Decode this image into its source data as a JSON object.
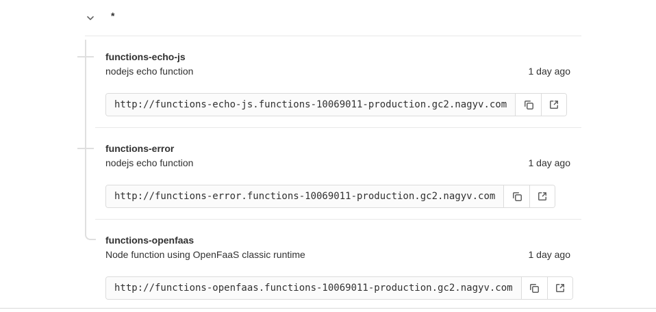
{
  "section": {
    "label": "*",
    "toggle_icon": "chevron-down-icon",
    "state": "expanded"
  },
  "functions": [
    {
      "name": "functions-echo-js",
      "description": "nodejs echo function",
      "updated": "1 day ago",
      "url": "http://functions-echo-js.functions-10069011-production.gc2.nagyv.com"
    },
    {
      "name": "functions-error",
      "description": "nodejs echo function",
      "updated": "1 day ago",
      "url": "http://functions-error.functions-10069011-production.gc2.nagyv.com"
    },
    {
      "name": "functions-openfaas",
      "description": "Node function using OpenFaaS classic runtime",
      "updated": "1 day ago",
      "url": "http://functions-openfaas.functions-10069011-production.gc2.nagyv.com"
    }
  ],
  "icons": {
    "toggle": "chevron-down-icon",
    "copy": "copy-icon",
    "open": "external-link-icon"
  },
  "colors": {
    "text": "#303030",
    "border": "#dbdbdb",
    "divider": "#e8e8e8",
    "tree_line": "#dfdfdf",
    "icon": "#5e5e5e",
    "input_bg": "#fbfbfb"
  }
}
